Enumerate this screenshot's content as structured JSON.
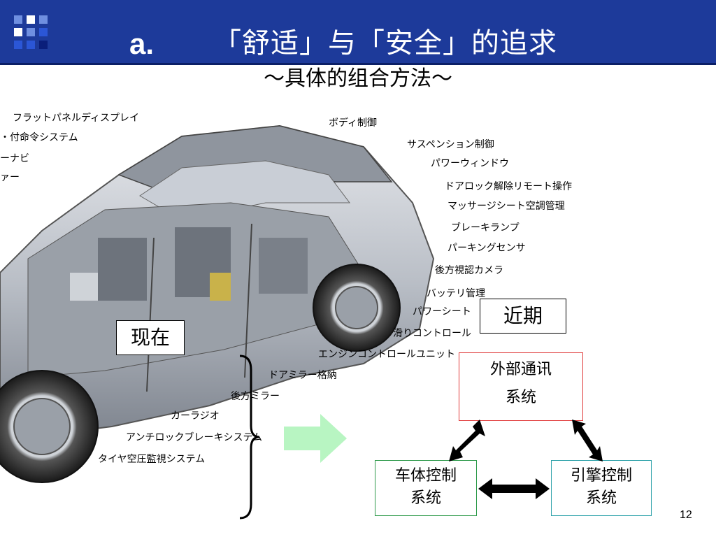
{
  "slide": {
    "title_prefix": "a.",
    "title": "「舒适」与「安全」的追求",
    "subtitle": "～具体的组合方法～",
    "page_number": "12"
  },
  "labels_left": [
    "フラットパネルディスプレイ",
    "・付命令システム",
    "ーナビ",
    "ァー"
  ],
  "labels_right": [
    "ボディ制御",
    "サスペンション制御",
    "パワーウィンドウ",
    "ドアロック解除リモート操作",
    "マッサージシート空調管理",
    "ブレーキランプ",
    "パーキングセンサ",
    "後方視認カメラ",
    "バッテリ管理",
    "パワーシート",
    "滑りコントロール",
    "エンジンコントロールユニット"
  ],
  "labels_bottom": [
    "ドアミラー格納",
    "後方ミラー",
    "カーラジオ",
    "アンチロックブレーキシステム",
    "タイヤ空圧監視システム"
  ],
  "callouts": {
    "now": "现在",
    "near_future": "近期"
  },
  "systems": {
    "external": {
      "line1": "外部通讯",
      "line2": "系统"
    },
    "body": {
      "line1": "车体控制",
      "line2": "系统"
    },
    "engine": {
      "line1": "引擎控制",
      "line2": "系统"
    }
  },
  "colors": {
    "header_bg": "#1d3a9a",
    "external_border": "#e03a3a",
    "body_border": "#2e9a4a",
    "engine_border": "#2aa0a8",
    "arrow_fill": "#b8f5c2"
  }
}
